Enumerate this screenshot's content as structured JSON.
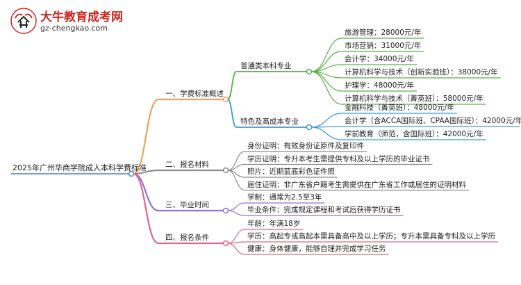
{
  "logo": {
    "name": "大牛教育成考网",
    "url": "gz-chengkao.com"
  },
  "root": "2025年广州华商学院成人本科学费标准",
  "branches": [
    {
      "label": "一、学费标准概述",
      "color": "#f0a15a",
      "sub": [
        {
          "label": "普通类本科专业",
          "color": "#57b046",
          "items": [
            "旅游管理：28000元/年",
            "市场营销：31000元/年",
            "会计学：34000元/年",
            "计算机科学与技术（创新实验班）：38000元/年",
            "护理学：48000元/年",
            "计算机科学与技术（菁英班）：58000元/年"
          ]
        },
        {
          "label": "特色及高成本专业",
          "color": "#3b9ad9",
          "items": [
            "金融科技（菁英班）：48000元/年",
            "会计学（含ACCA国际班、CPAA国际班）：42000元/年",
            "学前教育（师范，含国际班）：42000元/年"
          ]
        }
      ]
    },
    {
      "label": "二、报名材料",
      "color": "#8c8c8c",
      "items": [
        "身份证明：有效身份证原件及复印件",
        "学历证明：专升本考生需提供专科及以上学历的毕业证书",
        "照片：近期蓝底彩色证件照",
        "居住证明：非广东省户籍考生需提供在广东省工作或居住的证明材料"
      ]
    },
    {
      "label": "三、毕业时间",
      "color": "#9370d8",
      "items": [
        "学制：通常为2.5至3年",
        "毕业条件：完成规定课程和考试后获得学历证书"
      ]
    },
    {
      "label": "四、报名条件",
      "color": "#e0678a",
      "items": [
        "年龄：年满18岁",
        "学历：高起专或高起本需具备高中及以上学历；专升本需具备专科及以上学历",
        "健康：身体健康，能够自理并完成学习任务"
      ]
    }
  ]
}
